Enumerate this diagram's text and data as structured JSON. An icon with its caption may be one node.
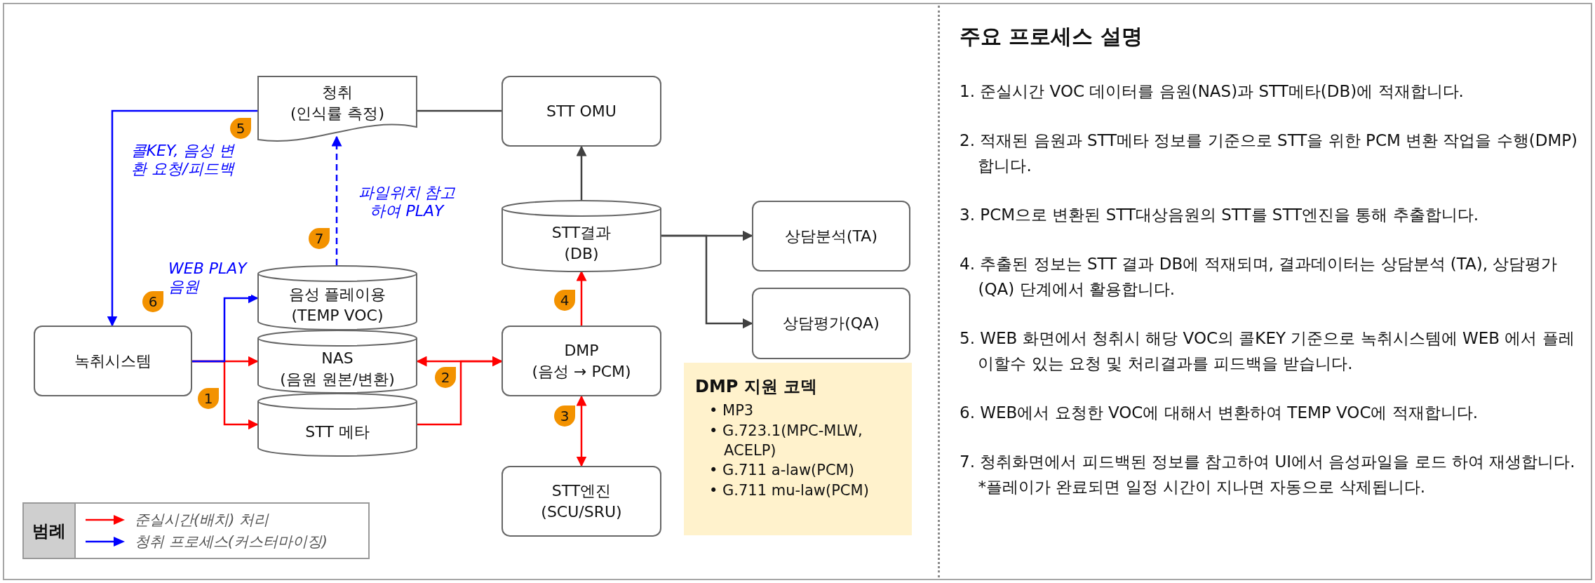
{
  "diagram": {
    "title": "주요 프로세스 설명",
    "nodes": [
      {
        "text": [
          "청취",
          "(인식률 측정)"
        ]
      },
      {
        "text": [
          "STT OMU"
        ]
      },
      {
        "text": [
          "STT결과",
          "(DB)"
        ]
      },
      {
        "text": [
          "상담분석(TA)"
        ]
      },
      {
        "text": [
          "음성 플레이용",
          "(TEMP VOC)"
        ]
      },
      {
        "text": [
          "상담평가(QA)"
        ]
      },
      {
        "text": [
          "녹취시스템"
        ]
      },
      {
        "text": [
          "NAS",
          "(음원 원본/변환)"
        ]
      },
      {
        "text": [
          "DMP",
          "(음성 → PCM)"
        ]
      },
      {
        "text": [
          "STT 메타"
        ]
      },
      {
        "text": [
          "DMP 지원 코덱",
          "• MP3",
          "• G.723.1(MPC-MLW, ACELP)",
          "• G.711 a-law(PCM)",
          "• G.711 mu-law(PCM)"
        ]
      },
      {
        "text": [
          "STT엔진",
          "(SCU/SRU)"
        ]
      }
    ],
    "edges": [
      {
        "from": 0,
        "to": 6,
        "arrow": "to",
        "label": "콜KEY, 음성 변환 요청/피드백",
        "color": "#0000ff"
      },
      {
        "from": 0,
        "to": 1,
        "arrow": "none",
        "color": "#404040"
      },
      {
        "from": 2,
        "to": 1,
        "arrow": "to",
        "color": "#404040"
      },
      {
        "from": 2,
        "to": 3,
        "arrow": "to",
        "color": "#404040"
      },
      {
        "from": 2,
        "to": 5,
        "arrow": "to",
        "color": "#404040"
      },
      {
        "from": 6,
        "to": 7,
        "arrow": "to",
        "color": "#ff0000"
      },
      {
        "from": 6,
        "to": 9,
        "arrow": "to",
        "color": "#ff0000"
      },
      {
        "from": 6,
        "to": 4,
        "arrow": "to",
        "label": "WEB PLAY 음원",
        "color": "#0000ff"
      },
      {
        "from": 4,
        "to": 0,
        "arrow": "to",
        "label": "파일위치 참고하여 PLAY",
        "style": "dashed",
        "color": "#0000ff"
      },
      {
        "from": 7,
        "to": 8,
        "arrow": "both",
        "color": "#ff0000"
      },
      {
        "from": 9,
        "to": 8,
        "arrow": "to",
        "color": "#ff0000"
      },
      {
        "from": 8,
        "to": 2,
        "arrow": "to",
        "color": "#ff0000"
      },
      {
        "from": 8,
        "to": 11,
        "arrow": "both",
        "color": "#ff0000"
      }
    ],
    "labels": [
      "5",
      "7",
      "4",
      "6",
      "2",
      "1",
      "3",
      "범례",
      "1. 준실시간 VOC 데이터를 음원(NAS)과 STT메타(DB)에 적재합니다.",
      "2. 적재된 음원과 STT메타 정보를 기준으로 STT을 위한 PCM 변환 작업을 수행(DMP)합니다.",
      "3. PCM으로 변환된 STT대상음원의 STT를 STT엔진을 통해 추출합니다.",
      "4. 추출된 정보는 STT 결과 DB에 적재되며, 결과데이터는 상담분석 (TA), 상담평가(QA) 단계에서 활용합니다.",
      "5. WEB 화면에서 청취시 해당 VOC의 콜KEY 기준으로 녹취시스템에 WEB 에서 플레이할수 있는 요청 및 처리결과를 피드백을 받습니다.",
      "6. WEB에서 요청한 VOC에 대해서 변환하여 TEMP VOC에 적재합니다.",
      "7. 청취화면에서 피드백된 정보를 참고하여 UI에서 음성파일을 로드 하여 재생합니다.",
      "*플레이가 완료되면 일정 시간이 지나면 자동으로 삭제됩니다."
    ],
    "legend": [
      {
        "text": "준실시간(배치) 처리"
      },
      {
        "text": "청취 프로세스(커스터마이징)"
      }
    ]
  }
}
